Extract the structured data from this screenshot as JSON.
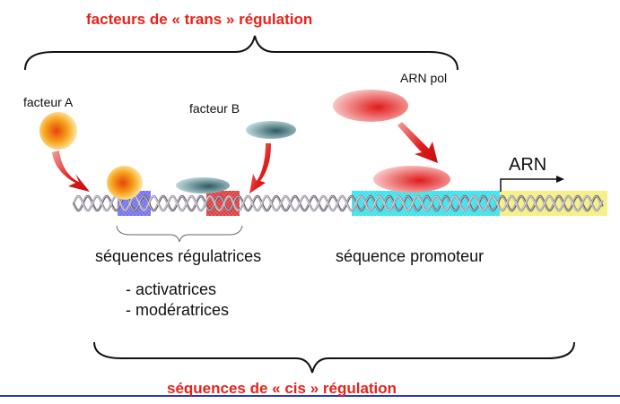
{
  "titles": {
    "trans": "facteurs de « trans » régulation",
    "cis": "séquences de « cis » régulation"
  },
  "factors": {
    "a": "facteur A",
    "b": "facteur B",
    "pol": "ARN pol"
  },
  "transcript": "ARN",
  "regions": {
    "regulatory": "séquences régulatrices",
    "promoter": "séquence promoteur"
  },
  "regulatory_types": [
    "- activatrices",
    "- modératrices"
  ],
  "colors": {
    "title_red": "#e8221b",
    "factor_a": "#f6a21b",
    "factor_b": "#6f9ea7",
    "pol": "#e23a3a",
    "arrow": "#e01b1b",
    "blue_box": "#6c6cf0",
    "red_box": "#e03434",
    "cyan_box": "#2fe1ec",
    "yellow_box": "#f5f08a",
    "dna": "#7a6f7a"
  }
}
